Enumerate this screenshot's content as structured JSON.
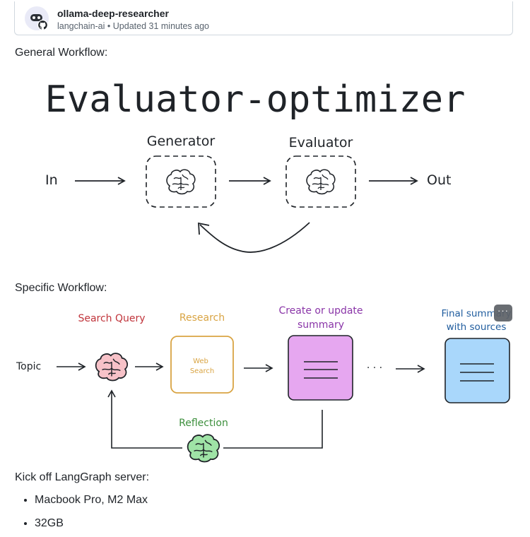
{
  "repo": {
    "name": "ollama-deep-researcher",
    "owner": "langchain-ai",
    "separator": "•",
    "updated": "Updated 31 minutes ago"
  },
  "sections": {
    "general": "General Workflow:",
    "specific": "Specific Workflow:",
    "kickoff": "Kick off LangGraph server:"
  },
  "general_diagram": {
    "title": "Evaluator-optimizer",
    "input_label": "In",
    "output_label": "Out",
    "generator_label": "Generator",
    "evaluator_label": "Evaluator",
    "icon": "brain-icon"
  },
  "specific_diagram": {
    "topic_label": "Topic",
    "search_query_label": "Search Query",
    "research_label": "Research",
    "web_search_line1": "Web",
    "web_search_line2": "Search",
    "create_line1": "Create or update",
    "create_line2": "summary",
    "final_line1": "Final summary",
    "final_line2": "with sources",
    "reflection_label": "Reflection",
    "ellipsis": "· · ·",
    "colors": {
      "search_query": "#c0343b",
      "research": "#d9a443",
      "summary": "#8a35a8",
      "final": "#1f5c9e",
      "reflection": "#3c8f3c",
      "brain_pink": "#f7c2c8",
      "brain_green": "#9fe3a6",
      "summary_fill": "#e6a7f0",
      "final_fill": "#a9d7fb"
    }
  },
  "specs": {
    "items": [
      "Macbook Pro, M2 Max",
      "32GB"
    ]
  },
  "overflow_icon": "more-icon",
  "overflow_glyph": "···"
}
